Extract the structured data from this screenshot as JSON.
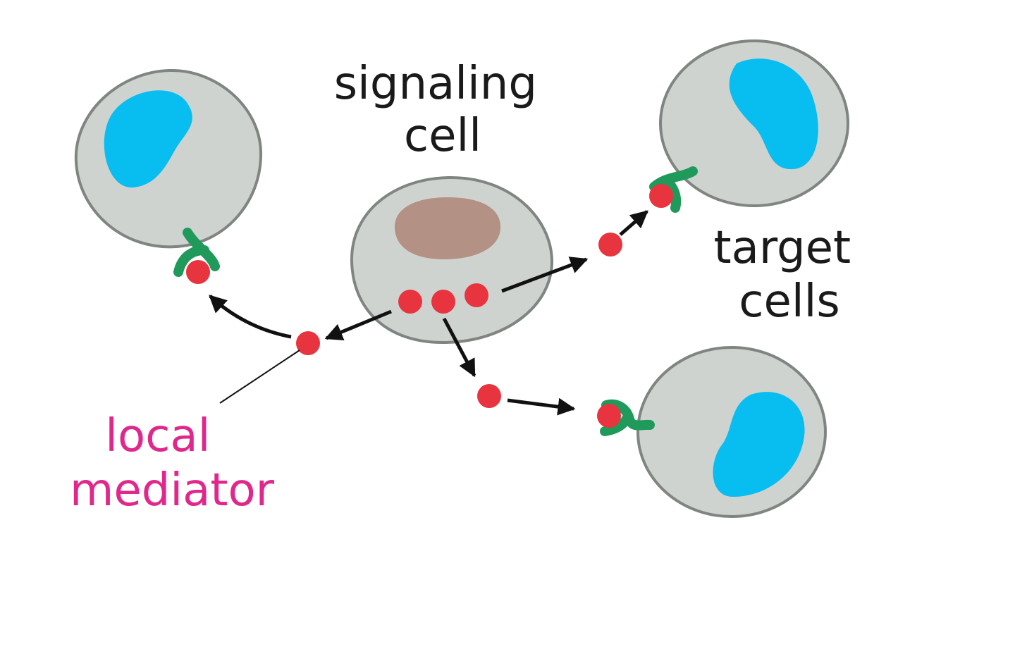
{
  "labels": {
    "signaling_cell": [
      "signaling",
      "cell"
    ],
    "target_cells": [
      "target",
      "cells"
    ],
    "local_mediator": [
      "local",
      "mediator"
    ]
  },
  "colors": {
    "cell_fill": "#cfd3d0",
    "cell_stroke": "#7f8581",
    "target_nucleus": "#08bdf0",
    "signaling_nucleus": "#b39184",
    "mediator": "#e8343e",
    "receptor": "#1f9a5a",
    "arrow": "#111111",
    "label_dark": "#1a1a1a",
    "label_accent": "#e0288c"
  }
}
